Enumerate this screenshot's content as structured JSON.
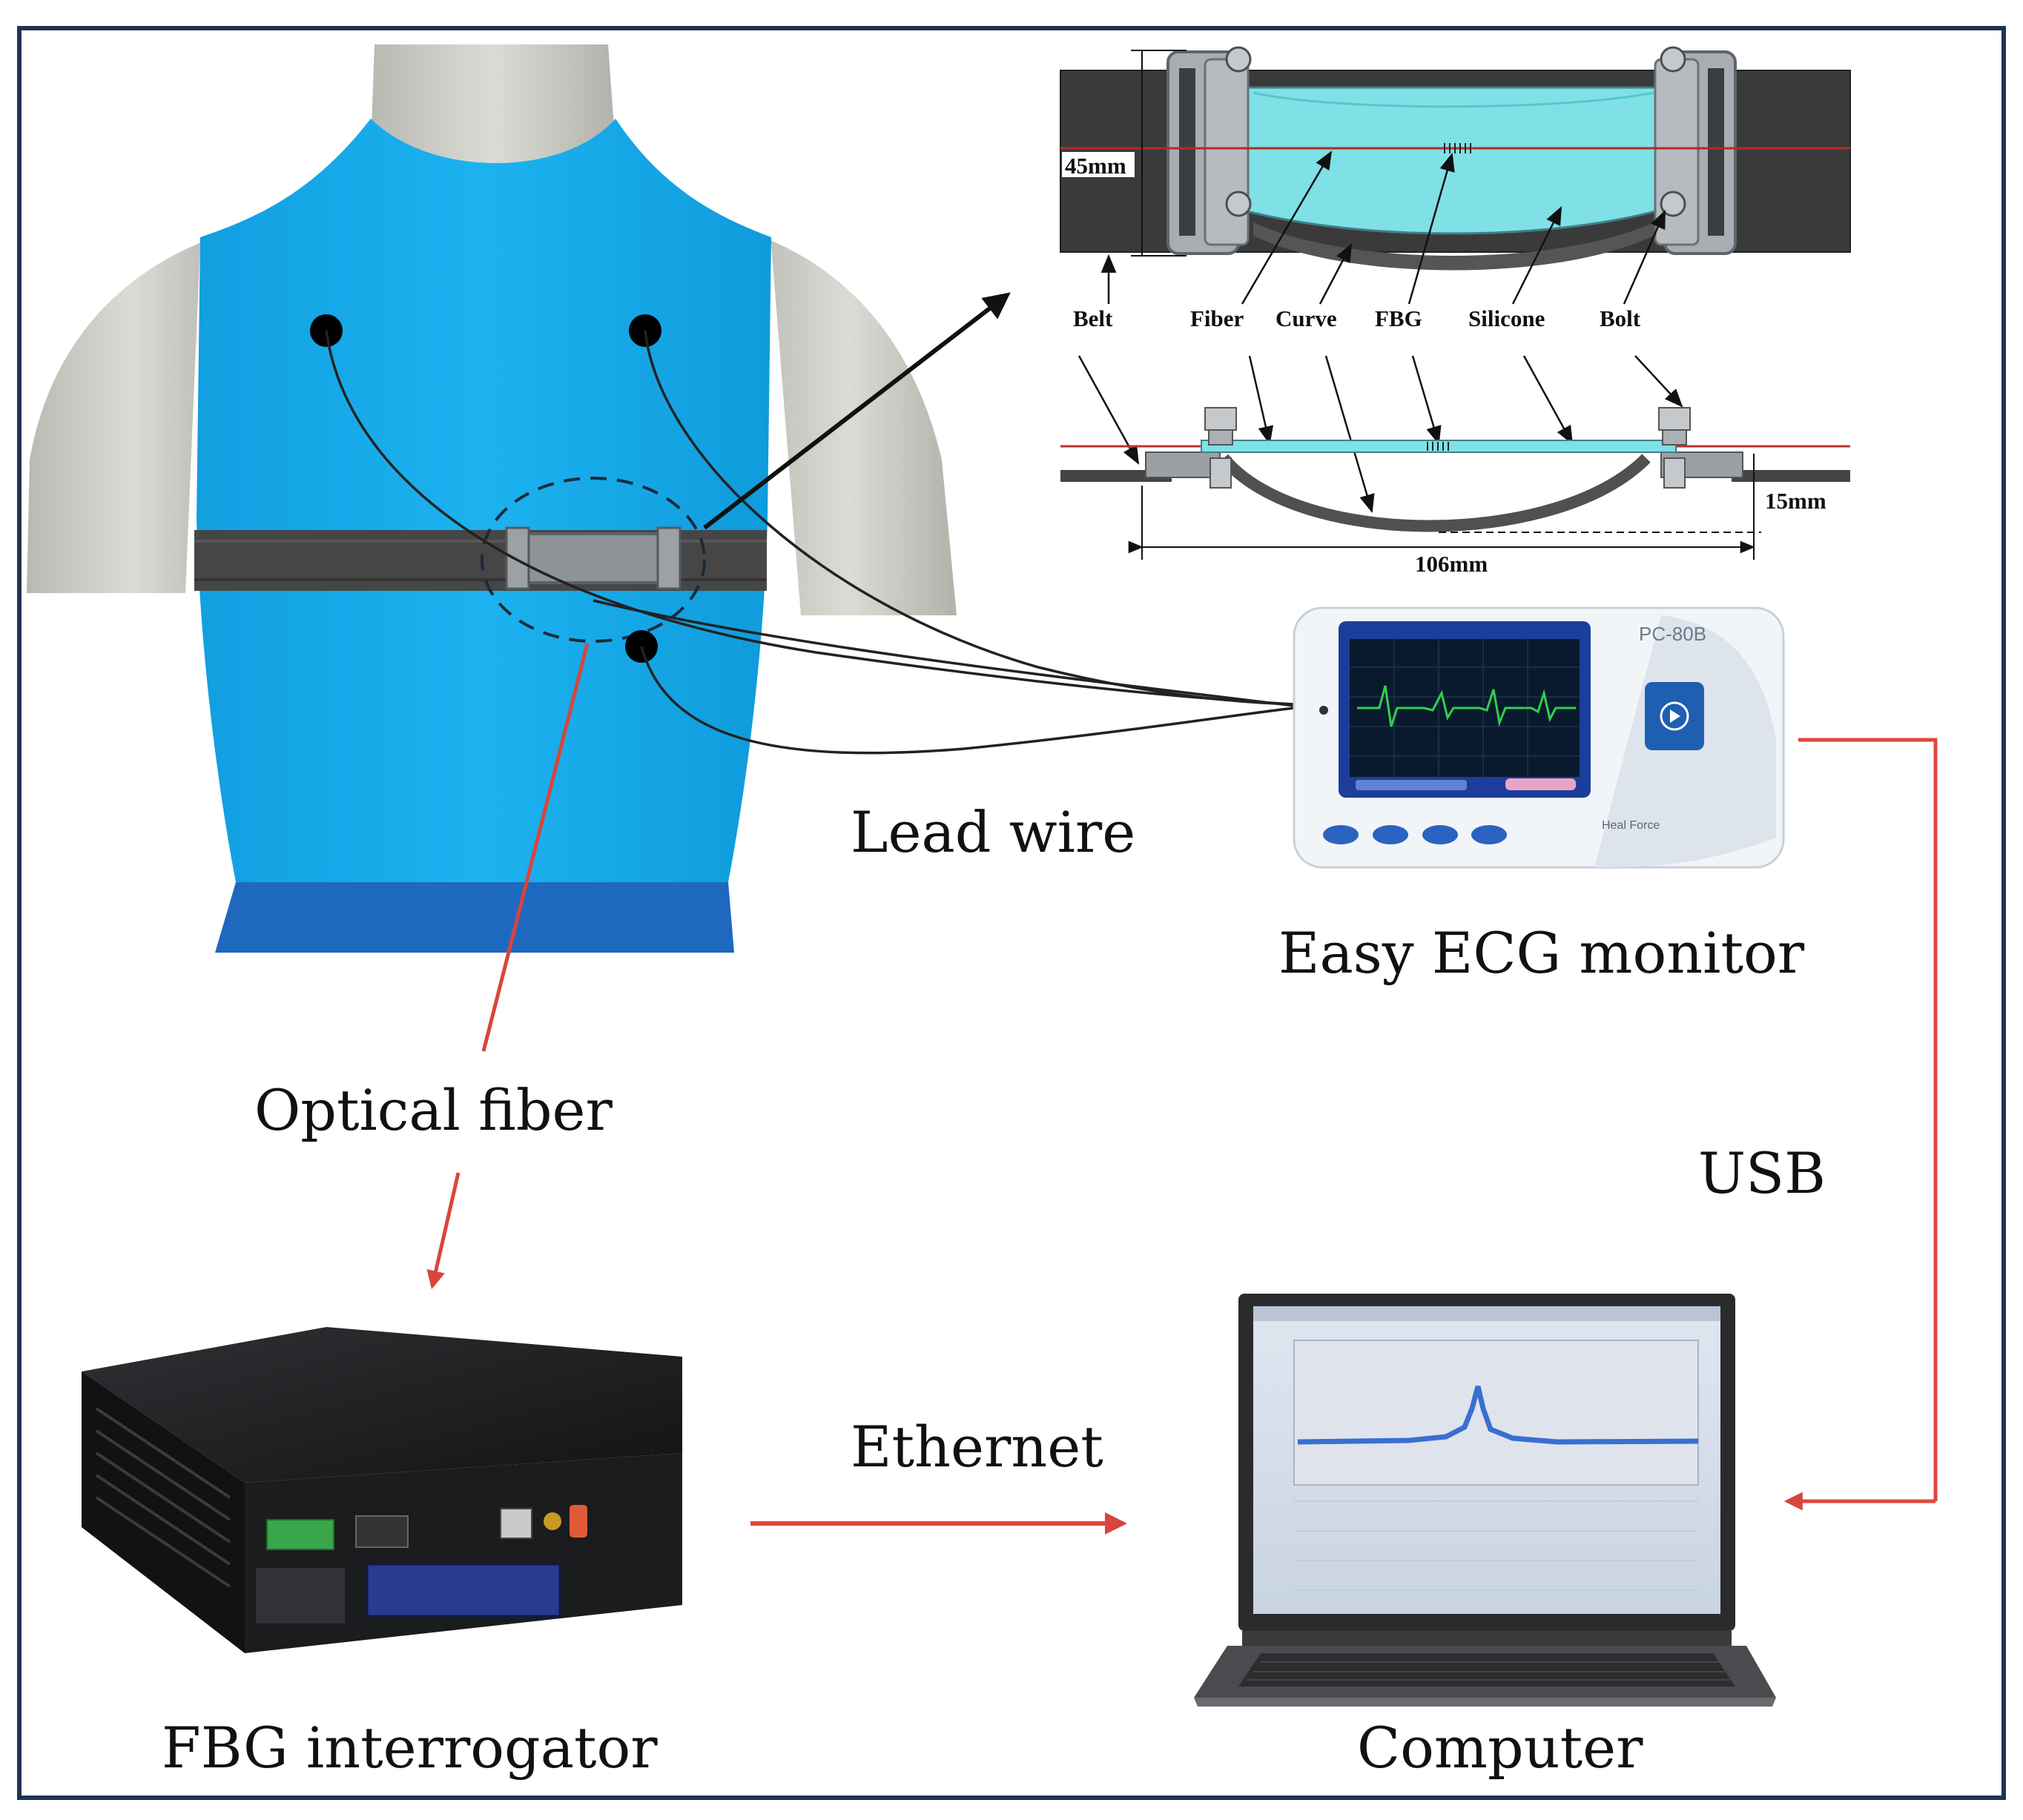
{
  "labels": {
    "lead_wire": "Lead wire",
    "easy_ecg": "Easy ECG monitor",
    "optical_fiber": "Optical fiber",
    "usb": "USB",
    "ethernet": "Ethernet",
    "fbg_interrogator": "FBG interrogator",
    "computer": "Computer"
  },
  "detail": {
    "belt": "Belt",
    "fiber": "Fiber",
    "curve": "Curve",
    "fbg": "FBG",
    "silicone": "Silicone",
    "bolt": "Bolt",
    "dim_height": "45mm",
    "dim_depth": "15mm",
    "dim_length": "106mm"
  },
  "device": {
    "model": "PC-80B",
    "brand": "Heal Force"
  },
  "colors": {
    "frame": "#1f3550",
    "vest": "#16a9ea",
    "shorts": "#1f68c0",
    "skin": "#d2d2cc",
    "strap": "#464646",
    "fiber_red": "#d9453c",
    "signal_red": "#e0473e",
    "wire": "#222222",
    "silicone": "#7fe0e6"
  }
}
